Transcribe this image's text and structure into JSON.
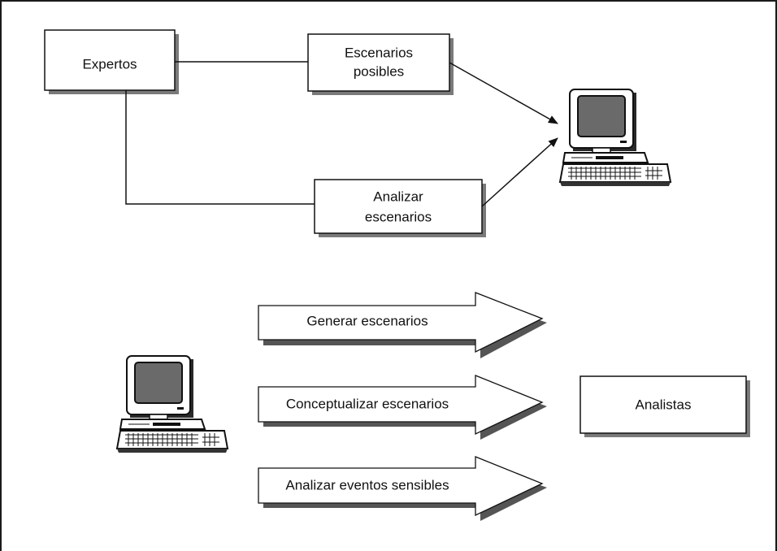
{
  "boxes": {
    "expertos": "Expertos",
    "escenarios_posibles": [
      "Escenarios",
      "posibles"
    ],
    "analizar_escenarios": [
      "Analizar",
      "escenarios"
    ],
    "analistas": "Analistas"
  },
  "arrows": [
    "Generar escenarios",
    "Conceptualizar escenarios",
    "Analizar eventos sensibles"
  ],
  "icons": {
    "computer_top": "computer-icon",
    "computer_bottom": "computer-icon"
  }
}
